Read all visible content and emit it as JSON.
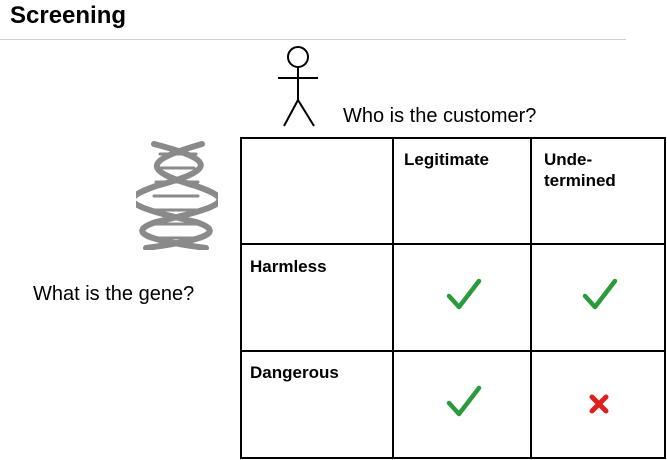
{
  "title": "Screening",
  "customer_question": "Who is the customer?",
  "gene_question": "What is the gene?",
  "columns": {
    "legitimate": "Legitimate",
    "undetermined_line1": "Unde-",
    "undetermined_line2": "termined"
  },
  "rows": {
    "harmless": "Harmless",
    "dangerous": "Dangerous"
  },
  "outcomes": {
    "harmless_legitimate": "check",
    "harmless_undetermined": "check",
    "dangerous_legitimate": "check",
    "dangerous_undetermined": "cross"
  },
  "colors": {
    "check": "#2a9a3a",
    "cross": "#e0201b",
    "dna": "#8a8a8a"
  },
  "icons": {
    "customer": "stick-figure-icon",
    "gene": "dna-helix-icon"
  }
}
